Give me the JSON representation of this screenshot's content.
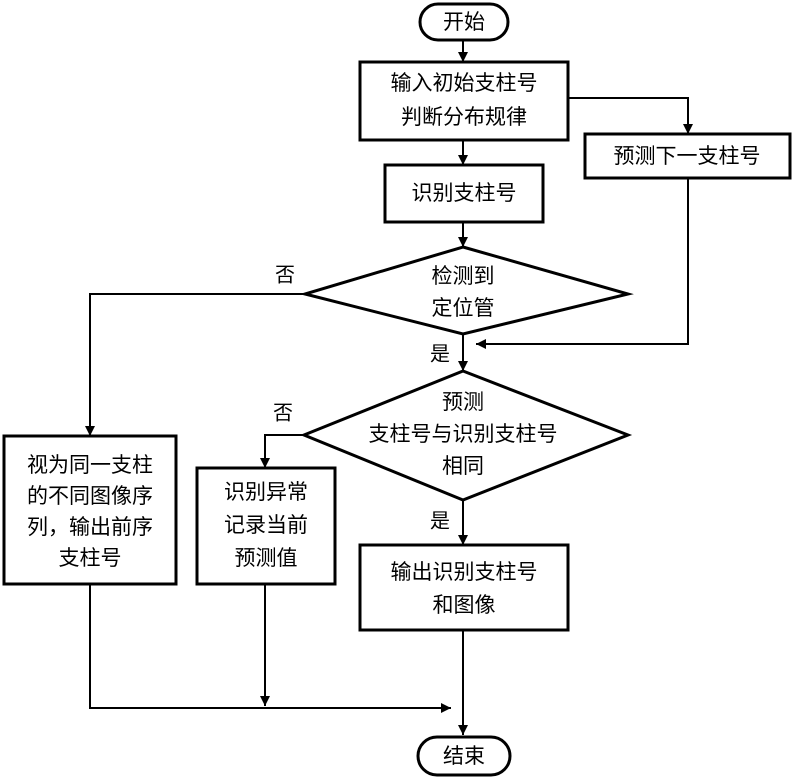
{
  "nodes": {
    "start": "开始",
    "input": [
      "输入初始支柱号",
      "判断分布规律"
    ],
    "predict_next": "预测下一支柱号",
    "recognize": "识别支柱号",
    "detect": [
      "检测到",
      "定位管"
    ],
    "compare": [
      "预测",
      "支柱号与识别支柱号",
      "相同"
    ],
    "same_column": [
      "视为同一支柱",
      "的不同图像序",
      "列，输出前序",
      "支柱号"
    ],
    "anomaly": [
      "识别异常",
      "记录当前",
      "预测值"
    ],
    "output": [
      "输出识别支柱号",
      "和图像"
    ],
    "end": "结束"
  },
  "edge_labels": {
    "detect_no": "否",
    "detect_yes": "是",
    "compare_no": "否",
    "compare_yes": "是"
  }
}
